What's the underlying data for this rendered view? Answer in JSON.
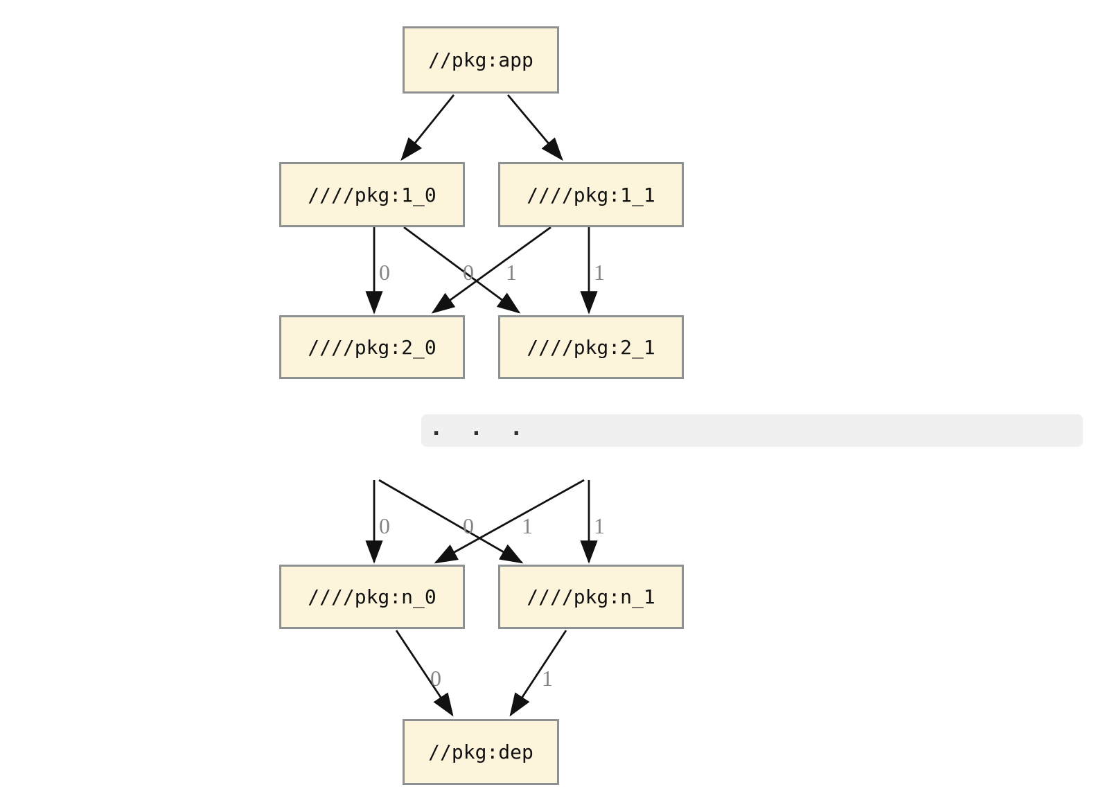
{
  "theme": {
    "bg": "#ffffff",
    "node-fill": "#fcf5db",
    "node-border": "#8d9191",
    "edge-color": "#111111",
    "edge-label-color": "#848484",
    "text-color": "#111111",
    "strip-bg": "#f0f0f0",
    "dots-color": "#2e2e2e"
  },
  "graph": {
    "nodes": {
      "app": {
        "label": "//pkg:app"
      },
      "l1_0": {
        "label": "////pkg:1_0"
      },
      "l1_1": {
        "label": "////pkg:1_1"
      },
      "l2_0": {
        "label": "////pkg:2_0"
      },
      "l2_1": {
        "label": "////pkg:2_1"
      },
      "ln_0": {
        "label": "////pkg:n_0"
      },
      "ln_1": {
        "label": "////pkg:n_1"
      },
      "dep": {
        "label": "//pkg:dep"
      }
    },
    "edge_labels": {
      "e_1_0_to_2_0": "0",
      "e_1_1_to_2_0": "0",
      "e_1_0_to_2_1": "1",
      "e_1_1_to_2_1": "1",
      "e_top_to_n_0": "0",
      "e_cross_to_n_0": "0",
      "e_cross_to_n_1": "1",
      "e_top_to_n_1": "1",
      "e_n_0_to_dep": "0",
      "e_n_1_to_dep": "1"
    },
    "ellipsis": {
      "text": ".  .  ."
    }
  }
}
